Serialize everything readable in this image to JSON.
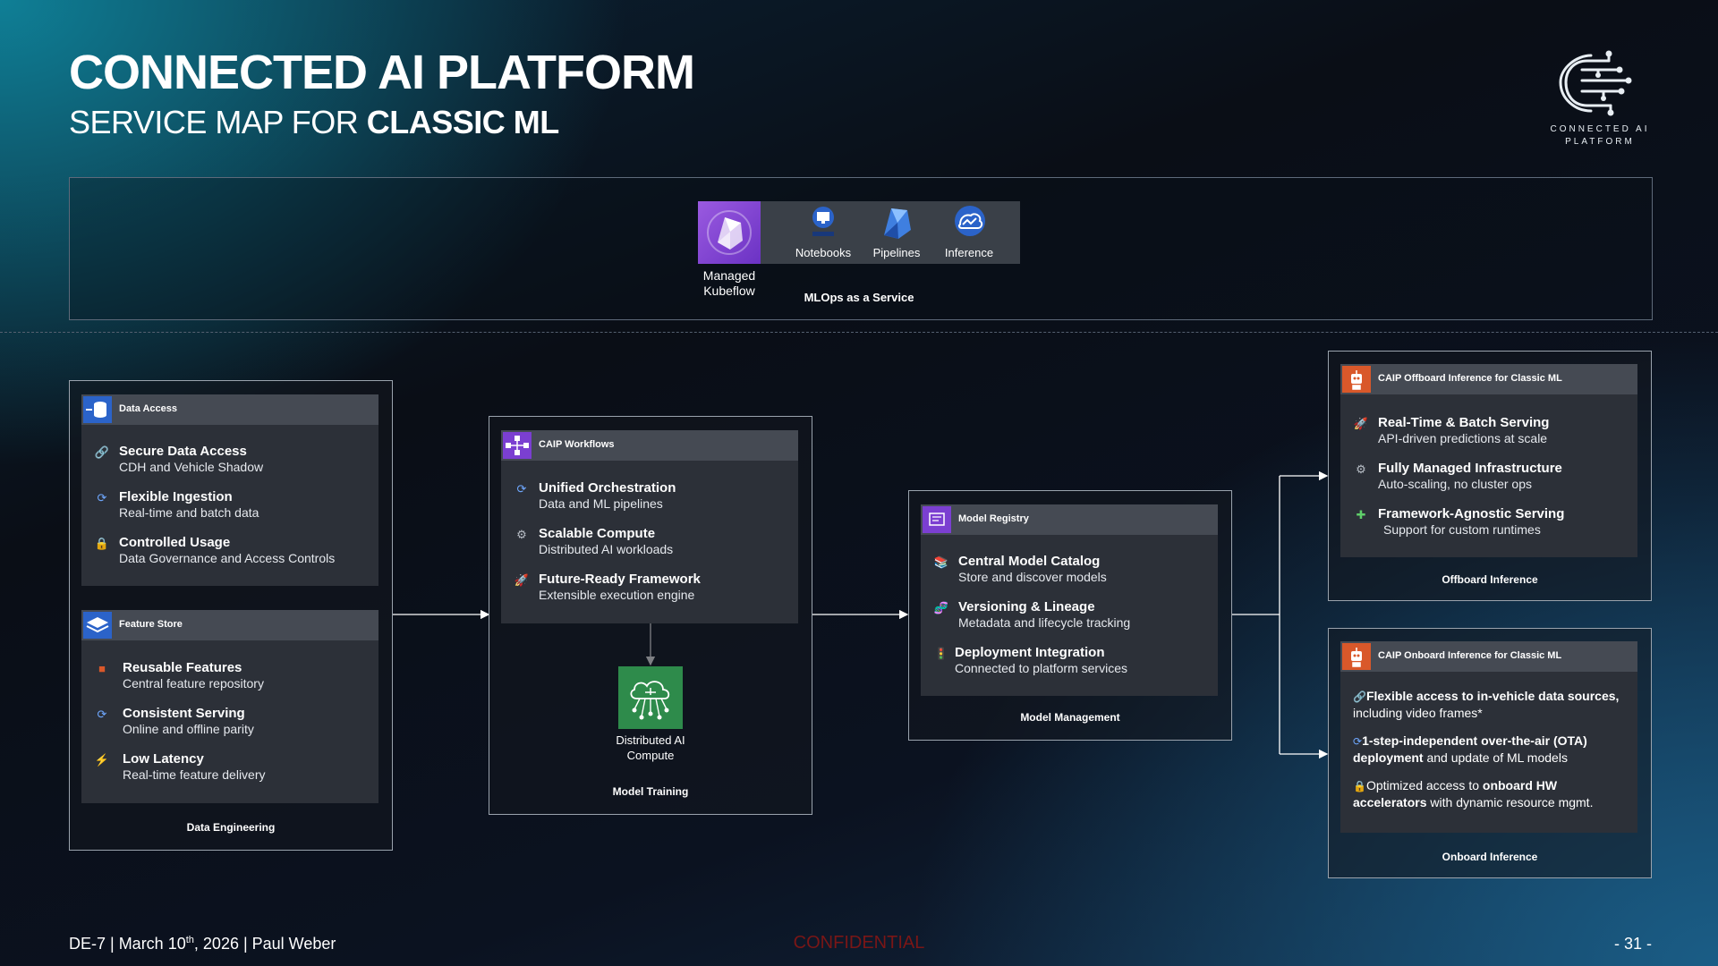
{
  "header": {
    "title": "CONNECTED AI PLATFORM",
    "subtitle_prefix": "SERVICE MAP FOR",
    "subtitle_bold": "CLASSIC ML",
    "logo_text": "CONNECTED AI PLATFORM"
  },
  "mlops": {
    "managed_kubeflow": "Managed Kubeflow",
    "tools": [
      "Notebooks",
      "Pipelines",
      "Inference"
    ],
    "caption": "MLOps as a Service"
  },
  "data_engineering": {
    "caption": "Data Engineering",
    "data_access": {
      "title": "Data Access",
      "items": [
        {
          "icon": "link-icon",
          "title": "Secure Data Access",
          "desc": "CDH and Vehicle Shadow"
        },
        {
          "icon": "refresh-icon",
          "title": "Flexible Ingestion",
          "desc": "Real-time and batch data"
        },
        {
          "icon": "lock-icon",
          "title": "Controlled Usage",
          "desc": "Data Governance and Access Controls"
        }
      ]
    },
    "feature_store": {
      "title": "Feature Store",
      "items": [
        {
          "icon": "bricks-icon",
          "title": "Reusable Features",
          "desc": "Central feature repository"
        },
        {
          "icon": "refresh-icon",
          "title": "Consistent Serving",
          "desc": "Online and offline parity"
        },
        {
          "icon": "lightning-icon",
          "title": "Low Latency",
          "desc": "Real-time feature delivery"
        }
      ]
    }
  },
  "model_training": {
    "caption": "Model Training",
    "workflows": {
      "title": "CAIP Workflows",
      "items": [
        {
          "icon": "refresh-icon",
          "title": "Unified Orchestration",
          "desc": "Data and ML pipelines"
        },
        {
          "icon": "gear-icon",
          "title": "Scalable Compute",
          "desc": "Distributed AI workloads"
        },
        {
          "icon": "rocket-icon",
          "title": "Future-Ready Framework",
          "desc": "Extensible execution engine"
        }
      ]
    },
    "compute_label": "Distributed AI Compute"
  },
  "model_management": {
    "caption": "Model Management",
    "registry": {
      "title": "Model Registry",
      "items": [
        {
          "icon": "books-icon",
          "title": "Central Model Catalog",
          "desc": "Store and discover models"
        },
        {
          "icon": "dna-icon",
          "title": "Versioning & Lineage",
          "desc": "Metadata and lifecycle tracking"
        },
        {
          "icon": "traffic-light-icon",
          "title": "Deployment Integration",
          "desc": "Connected to platform services"
        }
      ]
    }
  },
  "offboard": {
    "caption": "Offboard Inference",
    "title": "CAIP Offboard Inference for Classic ML",
    "items": [
      {
        "icon": "rocket-icon",
        "title": "Real-Time & Batch Serving",
        "desc": "API-driven predictions at scale"
      },
      {
        "icon": "gear-icon",
        "title": "Fully Managed Infrastructure",
        "desc": "Auto-scaling, no cluster ops"
      },
      {
        "icon": "puzzle-icon",
        "title": "Framework-Agnostic Serving",
        "desc": "Support for custom runtimes"
      }
    ]
  },
  "onboard": {
    "caption": "Onboard Inference",
    "title": "CAIP Onboard Inference for Classic ML",
    "item1_bold": "Flexible access to in-vehicle data sources,",
    "item1_rest": "including video frames*",
    "item2_bold": "1-step-independent over-the-air (OTA)",
    "item2_bold2": "deployment",
    "item2_rest": "and update of ML models",
    "item3_pre": "Optimized access to",
    "item3_bold": "onboard HW",
    "item3_bold2": "accelerators",
    "item3_rest": "with dynamic resource mgmt."
  },
  "footer": {
    "doc": "DE-7 | March 10",
    "sup": "th",
    "rest": ", 2026 | Paul Weber",
    "confidential": "CONFIDENTIAL",
    "page": "- 31 -"
  },
  "colors": {
    "kubeflow_purple": "#7b3fd1",
    "header_icon_blue": "#2b63c9",
    "inference_orange": "#d9582a",
    "compute_green": "#2e8b4b",
    "confidential_red": "#7a1616"
  }
}
